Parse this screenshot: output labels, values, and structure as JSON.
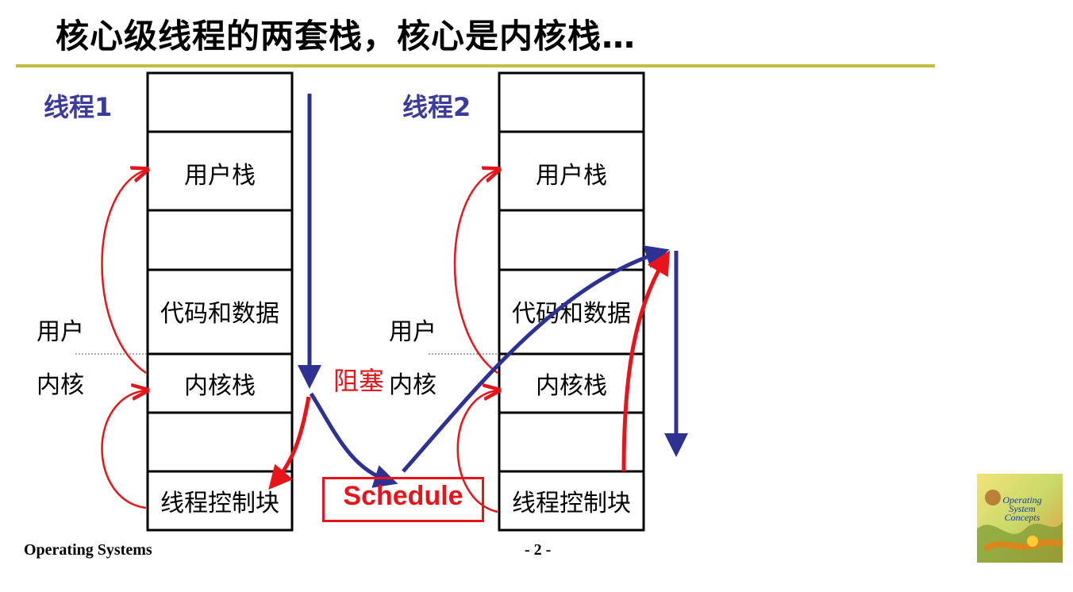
{
  "title": "核心级线程的两套栈，核心是内核栈…",
  "thread1": {
    "label": "线程1",
    "cells": [
      "",
      "用户栈",
      "",
      "代码和数据",
      "内核栈",
      "",
      "线程控制块"
    ],
    "user_label": "用户",
    "kernel_label": "内核"
  },
  "thread2": {
    "label": "线程2",
    "cells": [
      "",
      "用户栈",
      "",
      "代码和数据",
      "内核栈",
      "",
      "线程控制块"
    ],
    "user_label": "用户",
    "kernel_label": "内核"
  },
  "block_label": "阻塞",
  "schedule_label": "Schedule",
  "footer": {
    "left": "Operating Systems",
    "page": "- 2 -"
  },
  "book": {
    "line1": "Operating",
    "line2": "System",
    "line3": "Concepts"
  },
  "colors": {
    "blue": "#2e3192",
    "red": "#e8141c",
    "rule": "#c0c040"
  }
}
